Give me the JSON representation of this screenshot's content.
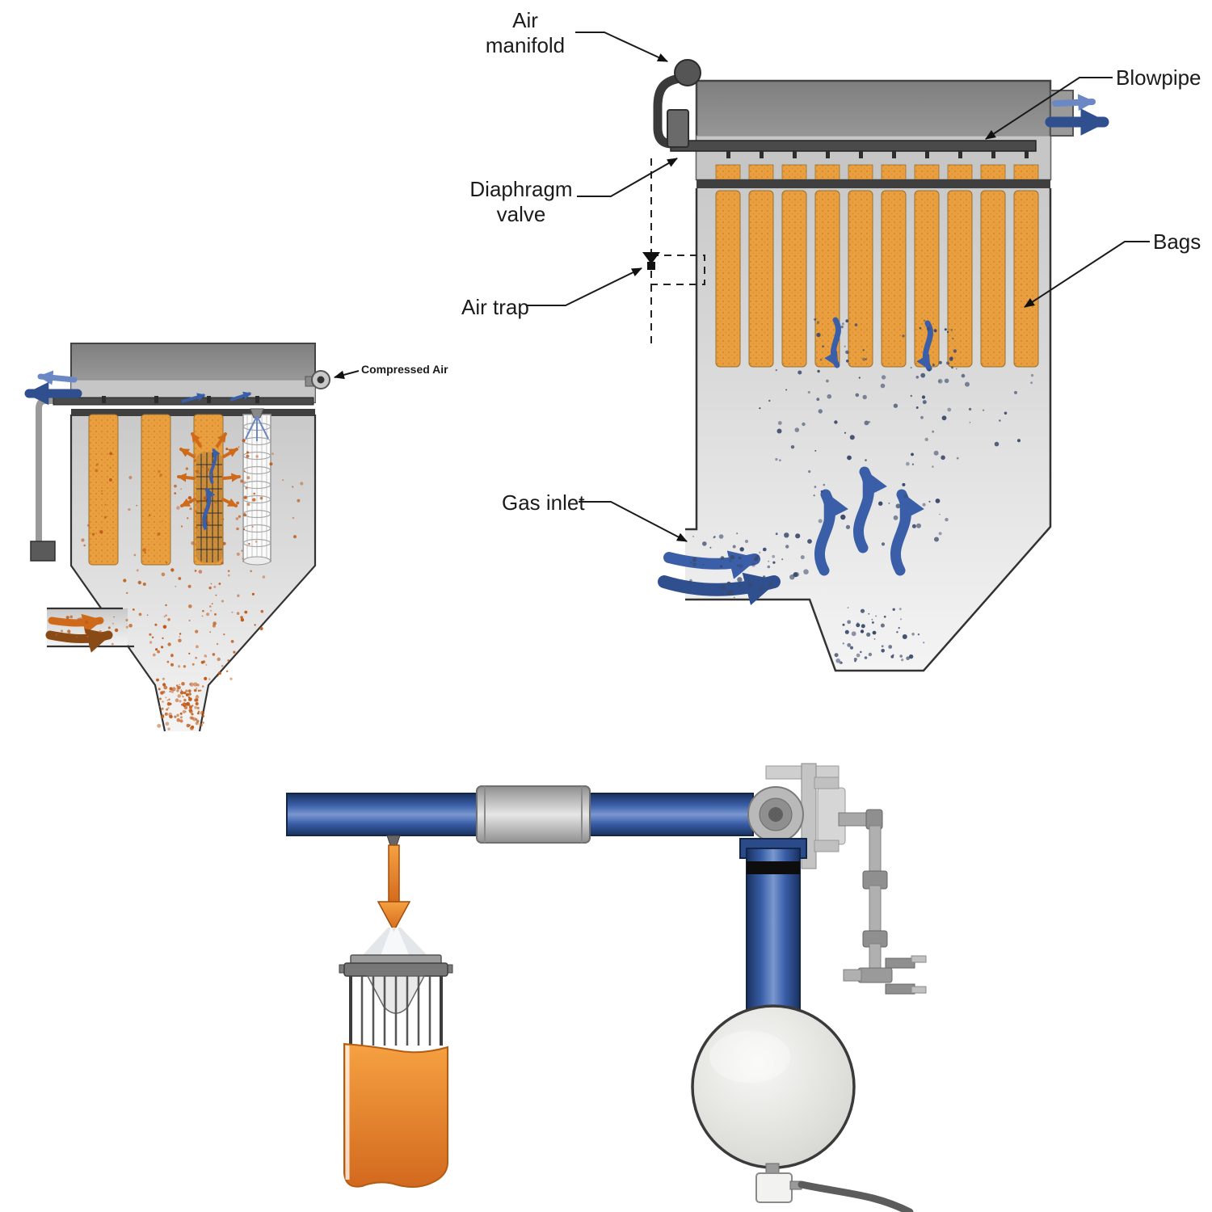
{
  "labels": {
    "air_manifold": "Air manifold",
    "blowpipe": "Blowpipe",
    "diaphragm_valve": "Diaphragm valve",
    "air_trap": "Air trap",
    "bags": "Bags",
    "gas_inlet": "Gas inlet",
    "compressed_air": "Compressed Air"
  },
  "colors": {
    "bag_orange": "#E99F3F",
    "bag_dot": "#C97C1C",
    "arrow_blue": "#3A5FA8",
    "arrow_blue_dark": "#2F4F8F",
    "arrow_blue_light": "#6B88C4",
    "arrow_orange": "#CF6A1A",
    "arrow_brown": "#8A4A16",
    "dust_blue": "#3B4A6B",
    "dust_orange": "#C05A1A",
    "metal_dark": "#4A4A4A",
    "metal_light": "#C6C6C6",
    "pipe_blue": "#3A5FA8"
  }
}
